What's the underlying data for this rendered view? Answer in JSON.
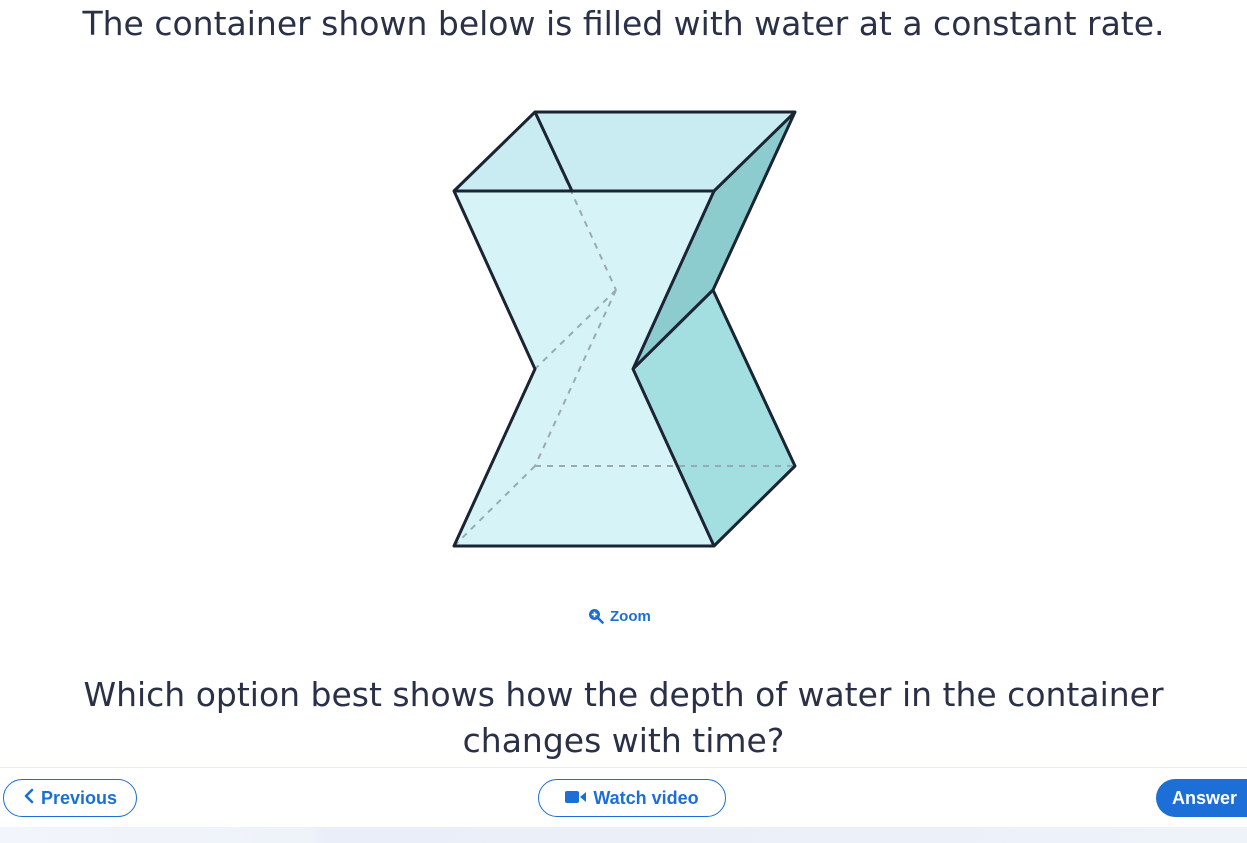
{
  "question": {
    "title": "The container shown below is filled with water at a constant rate.",
    "prompt": "Which option best shows how the depth of water in the container changes with time?"
  },
  "figure": {
    "zoom_label": "Zoom"
  },
  "footer": {
    "previous_label": "Previous",
    "watch_video_label": "Watch video",
    "answer_label": "Answer"
  },
  "colors": {
    "accent": "#1b6fd6",
    "text": "#2a3147",
    "container_front": "#d6f3f7",
    "container_top": "#c8ecf1",
    "container_side": "#8ccccf",
    "container_side_lower": "#a3dfe0",
    "outline": "#1a2433"
  },
  "icons": {
    "zoom": "zoom-in-icon",
    "previous": "chevron-left-icon",
    "video": "video-camera-icon"
  }
}
